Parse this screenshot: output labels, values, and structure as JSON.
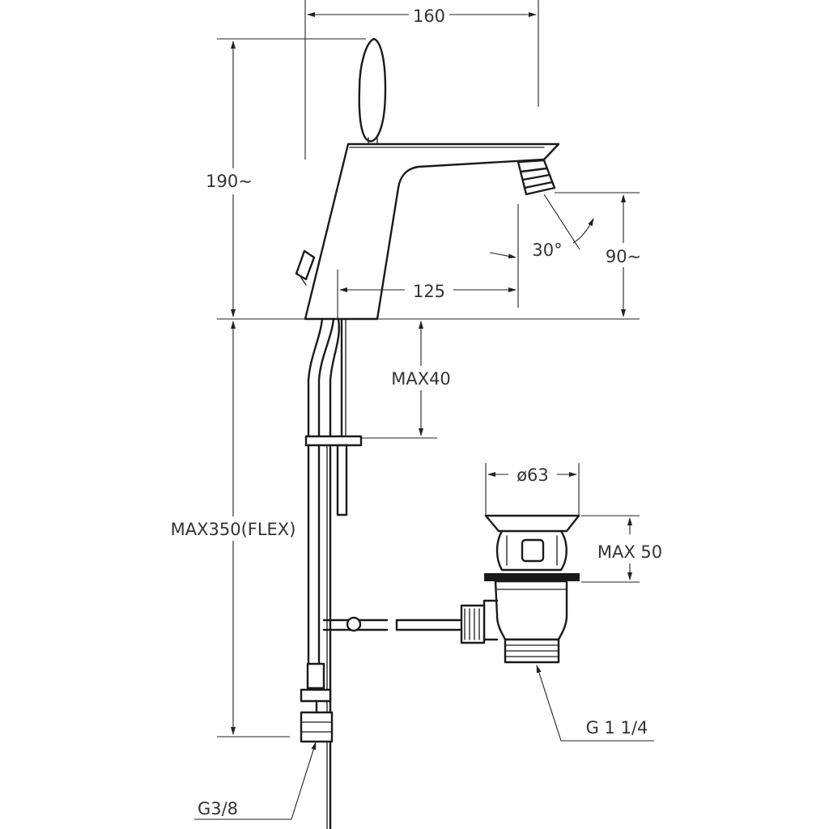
{
  "labels": {
    "width_top": "160",
    "height_left": "190~",
    "spout_reach": "125",
    "angle": "30°",
    "spout_height": "90~",
    "max_deck": "MAX40",
    "flex_length": "MAX350(FLEX)",
    "waste_diameter": "ø63",
    "waste_height": "MAX 50",
    "waste_thread": "G 1 1/4",
    "inlet_thread": "G3/8"
  },
  "colors": {
    "line": "#1a1a1a",
    "dimension": "#222222",
    "text": "#333333"
  }
}
